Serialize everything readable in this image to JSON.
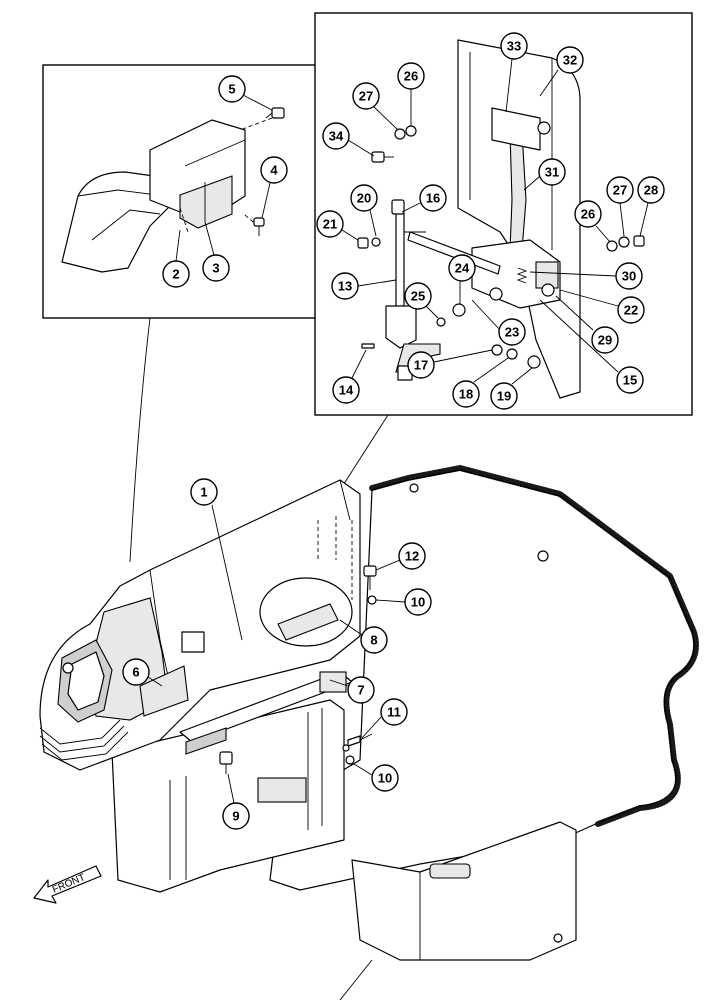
{
  "diagram": {
    "front_label": "FRONT",
    "callouts": [
      "1",
      "2",
      "3",
      "4",
      "5",
      "6",
      "7",
      "8",
      "9",
      "10",
      "10",
      "11",
      "12",
      "13",
      "14",
      "15",
      "16",
      "17",
      "18",
      "19",
      "20",
      "21",
      "22",
      "23",
      "24",
      "25",
      "26",
      "26",
      "27",
      "27",
      "28",
      "29",
      "30",
      "31",
      "32",
      "33",
      "34"
    ]
  }
}
